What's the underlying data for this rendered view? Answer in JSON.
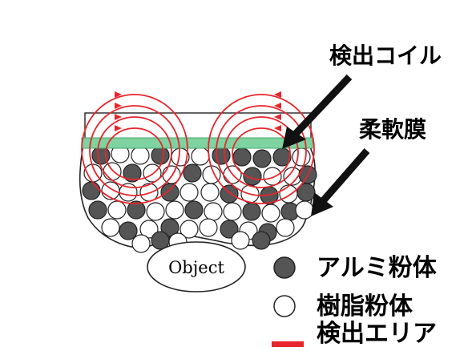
{
  "labels": {
    "detection_coil": "検出コイル",
    "flexible_membrane": "柔軟膜",
    "aluminum_powder": "アルミ粉体",
    "resin_powder": "樹脂粉体",
    "detection_area": "検出エリア",
    "object": "Object"
  },
  "colors": {
    "detection_area": "#e8242c",
    "coil_band": "#7fd3a0",
    "aluminum_particle": "#555555",
    "resin_particle": "#ffffff",
    "outline": "#222222",
    "arrow": "#111111"
  },
  "legend": [
    {
      "icon": "dark-circle-icon",
      "label_key": "aluminum_powder"
    },
    {
      "icon": "white-circle-icon",
      "label_key": "resin_powder"
    },
    {
      "icon": "red-line-icon",
      "label_key": "detection_area"
    }
  ]
}
